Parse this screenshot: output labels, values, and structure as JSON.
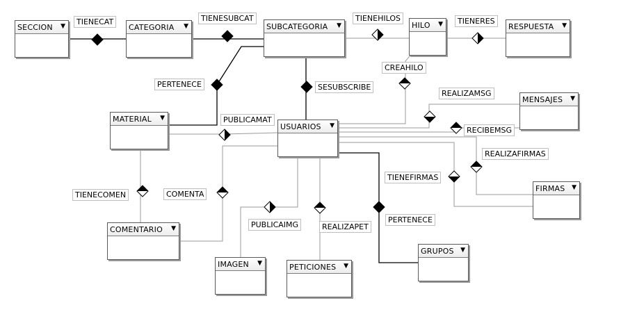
{
  "entities": [
    {
      "id": "seccion",
      "name": "SECCION"
    },
    {
      "id": "categoria",
      "name": "CATEGORIA"
    },
    {
      "id": "subcategoria",
      "name": "SUBCATEGORIA"
    },
    {
      "id": "hilo",
      "name": "HILO"
    },
    {
      "id": "respuesta",
      "name": "RESPUESTA"
    },
    {
      "id": "material",
      "name": "MATERIAL"
    },
    {
      "id": "usuarios",
      "name": "USUARIOS"
    },
    {
      "id": "mensajes",
      "name": "MENSAJES"
    },
    {
      "id": "firmas",
      "name": "FIRMAS"
    },
    {
      "id": "comentario",
      "name": "COMENTARIO"
    },
    {
      "id": "imagen",
      "name": "IMAGEN"
    },
    {
      "id": "peticiones",
      "name": "PETICIONES"
    },
    {
      "id": "grupos",
      "name": "GRUPOS"
    }
  ],
  "relationships": [
    {
      "id": "tienecat",
      "label": "TIENECAT",
      "from": "seccion",
      "to": "categoria",
      "identifying": true
    },
    {
      "id": "tienesubcat",
      "label": "TIENESUBCAT",
      "from": "categoria",
      "to": "subcategoria",
      "identifying": true
    },
    {
      "id": "tienehilos",
      "label": "TIENEHILOS",
      "from": "subcategoria",
      "to": "hilo",
      "identifying": false
    },
    {
      "id": "tieneres",
      "label": "TIENERES",
      "from": "hilo",
      "to": "respuesta",
      "identifying": false
    },
    {
      "id": "creahilo",
      "label": "CREAHILO",
      "from": "usuarios",
      "to": "hilo",
      "identifying": false
    },
    {
      "id": "pertenece_mat",
      "label": "PERTENECE",
      "from": "subcategoria",
      "to": "material",
      "identifying": true
    },
    {
      "id": "sesubscribe",
      "label": "SESUBSCRIBE",
      "from": "subcategoria",
      "to": "usuarios",
      "identifying": true
    },
    {
      "id": "publicamat",
      "label": "PUBLICAMAT",
      "from": "usuarios",
      "to": "material",
      "identifying": false
    },
    {
      "id": "realizamsg",
      "label": "REALIZAMSG",
      "from": "usuarios",
      "to": "mensajes",
      "identifying": false
    },
    {
      "id": "recibemsg",
      "label": "RECIBEMSG",
      "from": "usuarios",
      "to": "mensajes",
      "identifying": false
    },
    {
      "id": "realizafirmas",
      "label": "REALIZAFIRMAS",
      "from": "usuarios",
      "to": "firmas",
      "identifying": false
    },
    {
      "id": "tienefirmas",
      "label": "TIENEFIRMAS",
      "from": "usuarios",
      "to": "firmas",
      "identifying": false
    },
    {
      "id": "tienecomen",
      "label": "TIENECOMEN",
      "from": "material",
      "to": "comentario",
      "identifying": false
    },
    {
      "id": "comenta",
      "label": "COMENTA",
      "from": "usuarios",
      "to": "comentario",
      "identifying": false
    },
    {
      "id": "publicaimg",
      "label": "PUBLICAIMG",
      "from": "usuarios",
      "to": "imagen",
      "identifying": false
    },
    {
      "id": "realizapet",
      "label": "REALIZAPET",
      "from": "usuarios",
      "to": "peticiones",
      "identifying": false
    },
    {
      "id": "pertenece_grp",
      "label": "PERTENECE",
      "from": "usuarios",
      "to": "grupos",
      "identifying": true
    }
  ],
  "icons": {
    "dropdown": "chevron-down-icon",
    "identifying": "filled-diamond-icon",
    "non_identifying": "half-filled-diamond-icon"
  },
  "colors": {
    "line_identifying": "#000000",
    "line_non_identifying": "#9a9a9a",
    "entity_border": "#5a5a5a",
    "diamond_fill": "#000000"
  }
}
